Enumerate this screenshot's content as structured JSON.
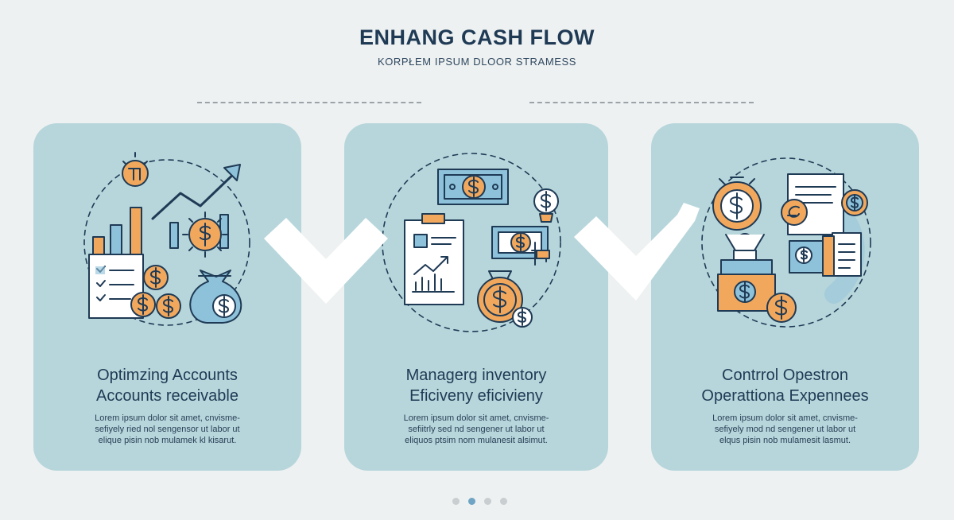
{
  "header": {
    "title": "ENHANG CASH FLOW",
    "subtitle": "KORPŁEM IPSUM DLOOR STRAMESS"
  },
  "colors": {
    "background": "#eef1f1",
    "card": "#b7d6db",
    "accent_orange": "#f2a85c",
    "accent_blue": "#8ec2da",
    "outline": "#1f3a55"
  },
  "cards": [
    {
      "title_line1": "Optimzing Accounts",
      "title_line2": "Accounts receivable",
      "text_line1": "Lorem ipsum dolor sit amet, cnvisme-",
      "text_line2": "sefiyely ried nol sengensor ut labor ut",
      "text_line3": "elique pisin nob mulamek kl kisarut.",
      "icon": "accounts-receivable-icon"
    },
    {
      "title_line1": "Managerg inventory",
      "title_line2": "Eficiveny eficivieny",
      "text_line1": "Lorem ipsum dolor sit amet, cnvisme-",
      "text_line2": "sefiitrly sed nd sengener ut labor ut",
      "text_line3": "eliquos ptsim nom mulanesit alsimut.",
      "icon": "inventory-efficiency-icon"
    },
    {
      "title_line1": "Contrrol Opestron",
      "title_line2": "Operattiona Expennees",
      "text_line1": "Lorem ipsum dolor sit amet, cnvisme-",
      "text_line2": "sefiyely mod nd sengener ut labor ut",
      "text_line3": "elqus pisin nob mulamesit lasmut.",
      "icon": "operational-expenses-icon"
    }
  ],
  "pagination": {
    "count": 4,
    "active_index": 1
  }
}
